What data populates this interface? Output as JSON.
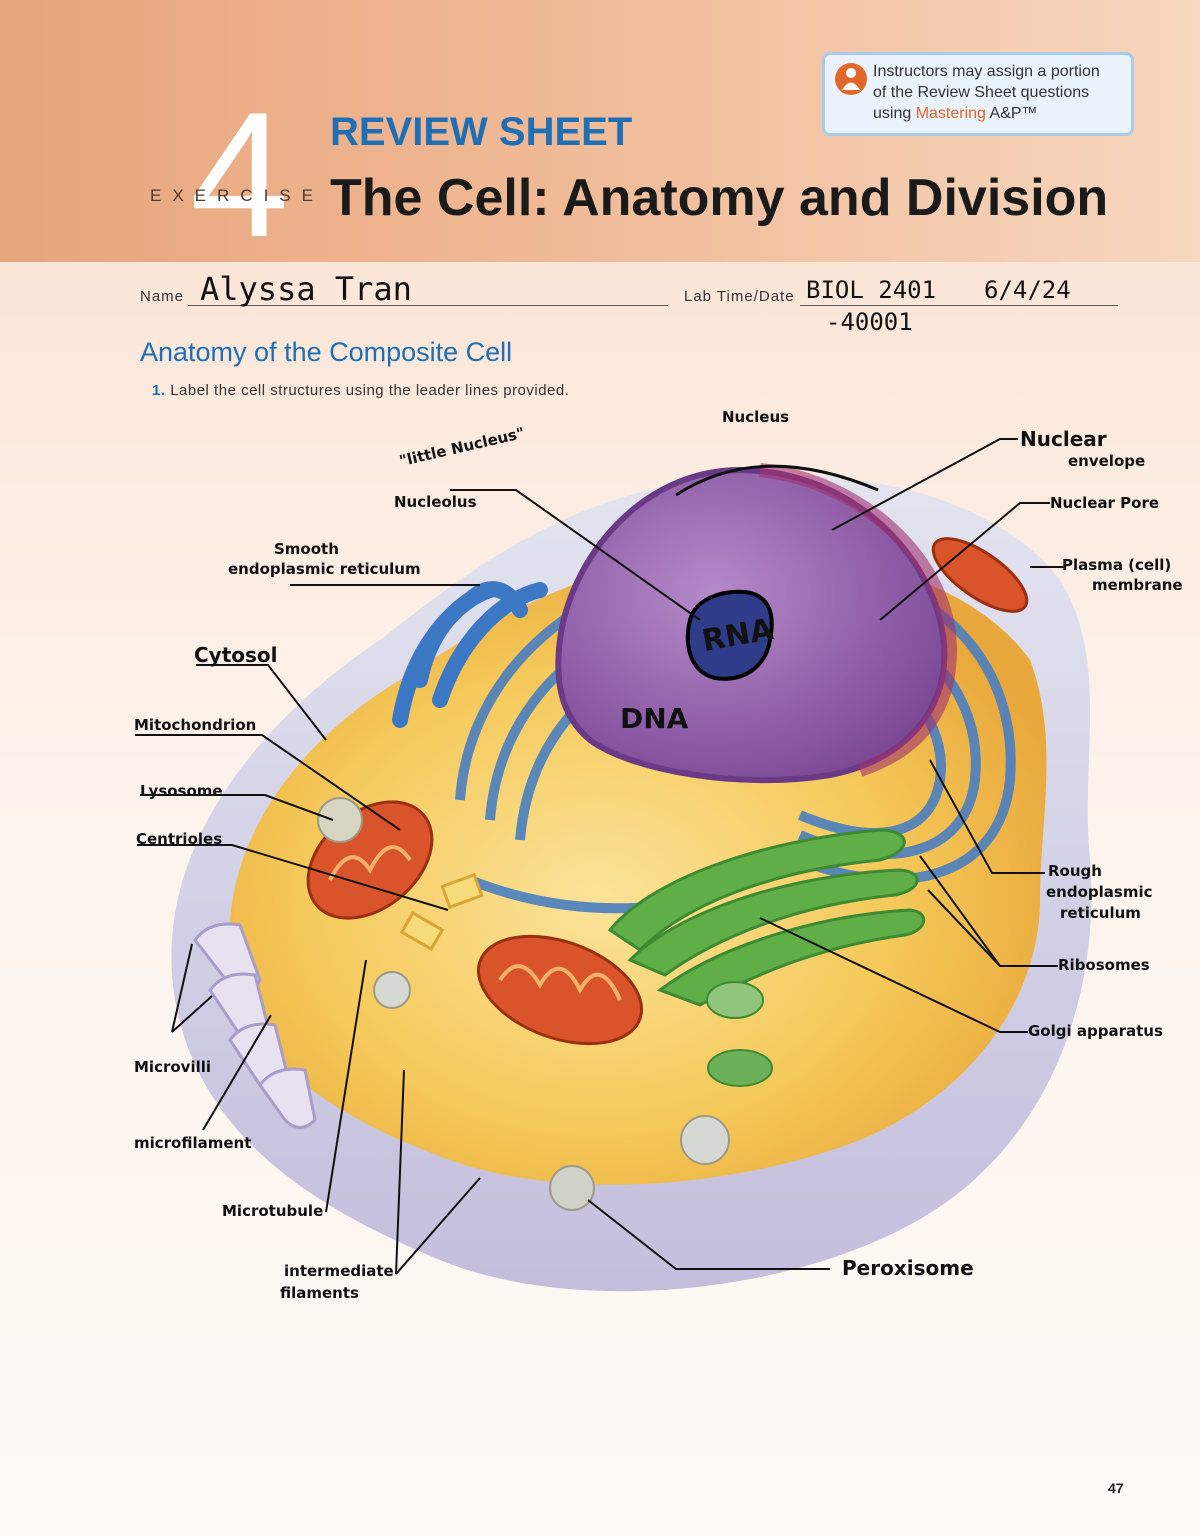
{
  "header": {
    "exercise_number": "4",
    "exercise_word": "EXERCISE",
    "kicker": "REVIEW SHEET",
    "title": "The Cell: Anatomy and Division"
  },
  "mastering_box": {
    "line1": "Instructors may assign a portion",
    "line2": "of the Review Sheet questions",
    "line3_prefix": "using",
    "brand": "Mastering",
    "line3_suffix": "A&P™"
  },
  "fields": {
    "name_label": "Name",
    "name_value": "Alyssa Tran",
    "lab_label": "Lab Time/Date",
    "lab_value_course": "BIOL 2401",
    "lab_value_date": "6/4/24",
    "lab_value_section": "-40001"
  },
  "section": {
    "heading": "Anatomy of the Composite Cell",
    "question_number": "1.",
    "question_text": "Label the cell structures using the leader lines provided."
  },
  "labels": {
    "nucleus": "Nucleus",
    "little_nucleus": "\"little Nucleus\"",
    "nucleolus": "Nucleolus",
    "smooth_er_1": "Smooth",
    "smooth_er_2": "endoplasmic reticulum",
    "cytosol": "Cytosol",
    "mitochondrion": "Mitochondrion",
    "lysosome": "Lysosome",
    "centrioles": "Centrioles",
    "microvilli": "Microvilli",
    "microfilament": "microfilament",
    "microtubule": "Microtubule",
    "intermediate_1": "intermediate",
    "intermediate_2": "filaments",
    "nuclear_envelope_1": "Nuclear",
    "nuclear_envelope_2": "envelope",
    "nuclear_pore": "Nuclear Pore",
    "plasma_membrane_1": "Plasma (cell)",
    "plasma_membrane_2": "membrane",
    "rough_er_1": "Rough",
    "rough_er_2": "endoplasmic",
    "rough_er_3": "reticulum",
    "ribosomes": "Ribosomes",
    "golgi": "Golgi apparatus",
    "peroxisome": "Peroxisome",
    "rna": "RNA",
    "dna": "DNA"
  },
  "page_number": "47",
  "colors": {
    "header_orange": "#e7a57c",
    "accent_blue": "#1f6fb5",
    "mastering_orange": "#e2672c",
    "nucleus_purple": "#8e5aa6",
    "er_blue": "#4a7fc1",
    "golgi_green": "#5fae48",
    "mito_red": "#d9532b",
    "cytoplasm_yellow": "#f5c95a"
  }
}
